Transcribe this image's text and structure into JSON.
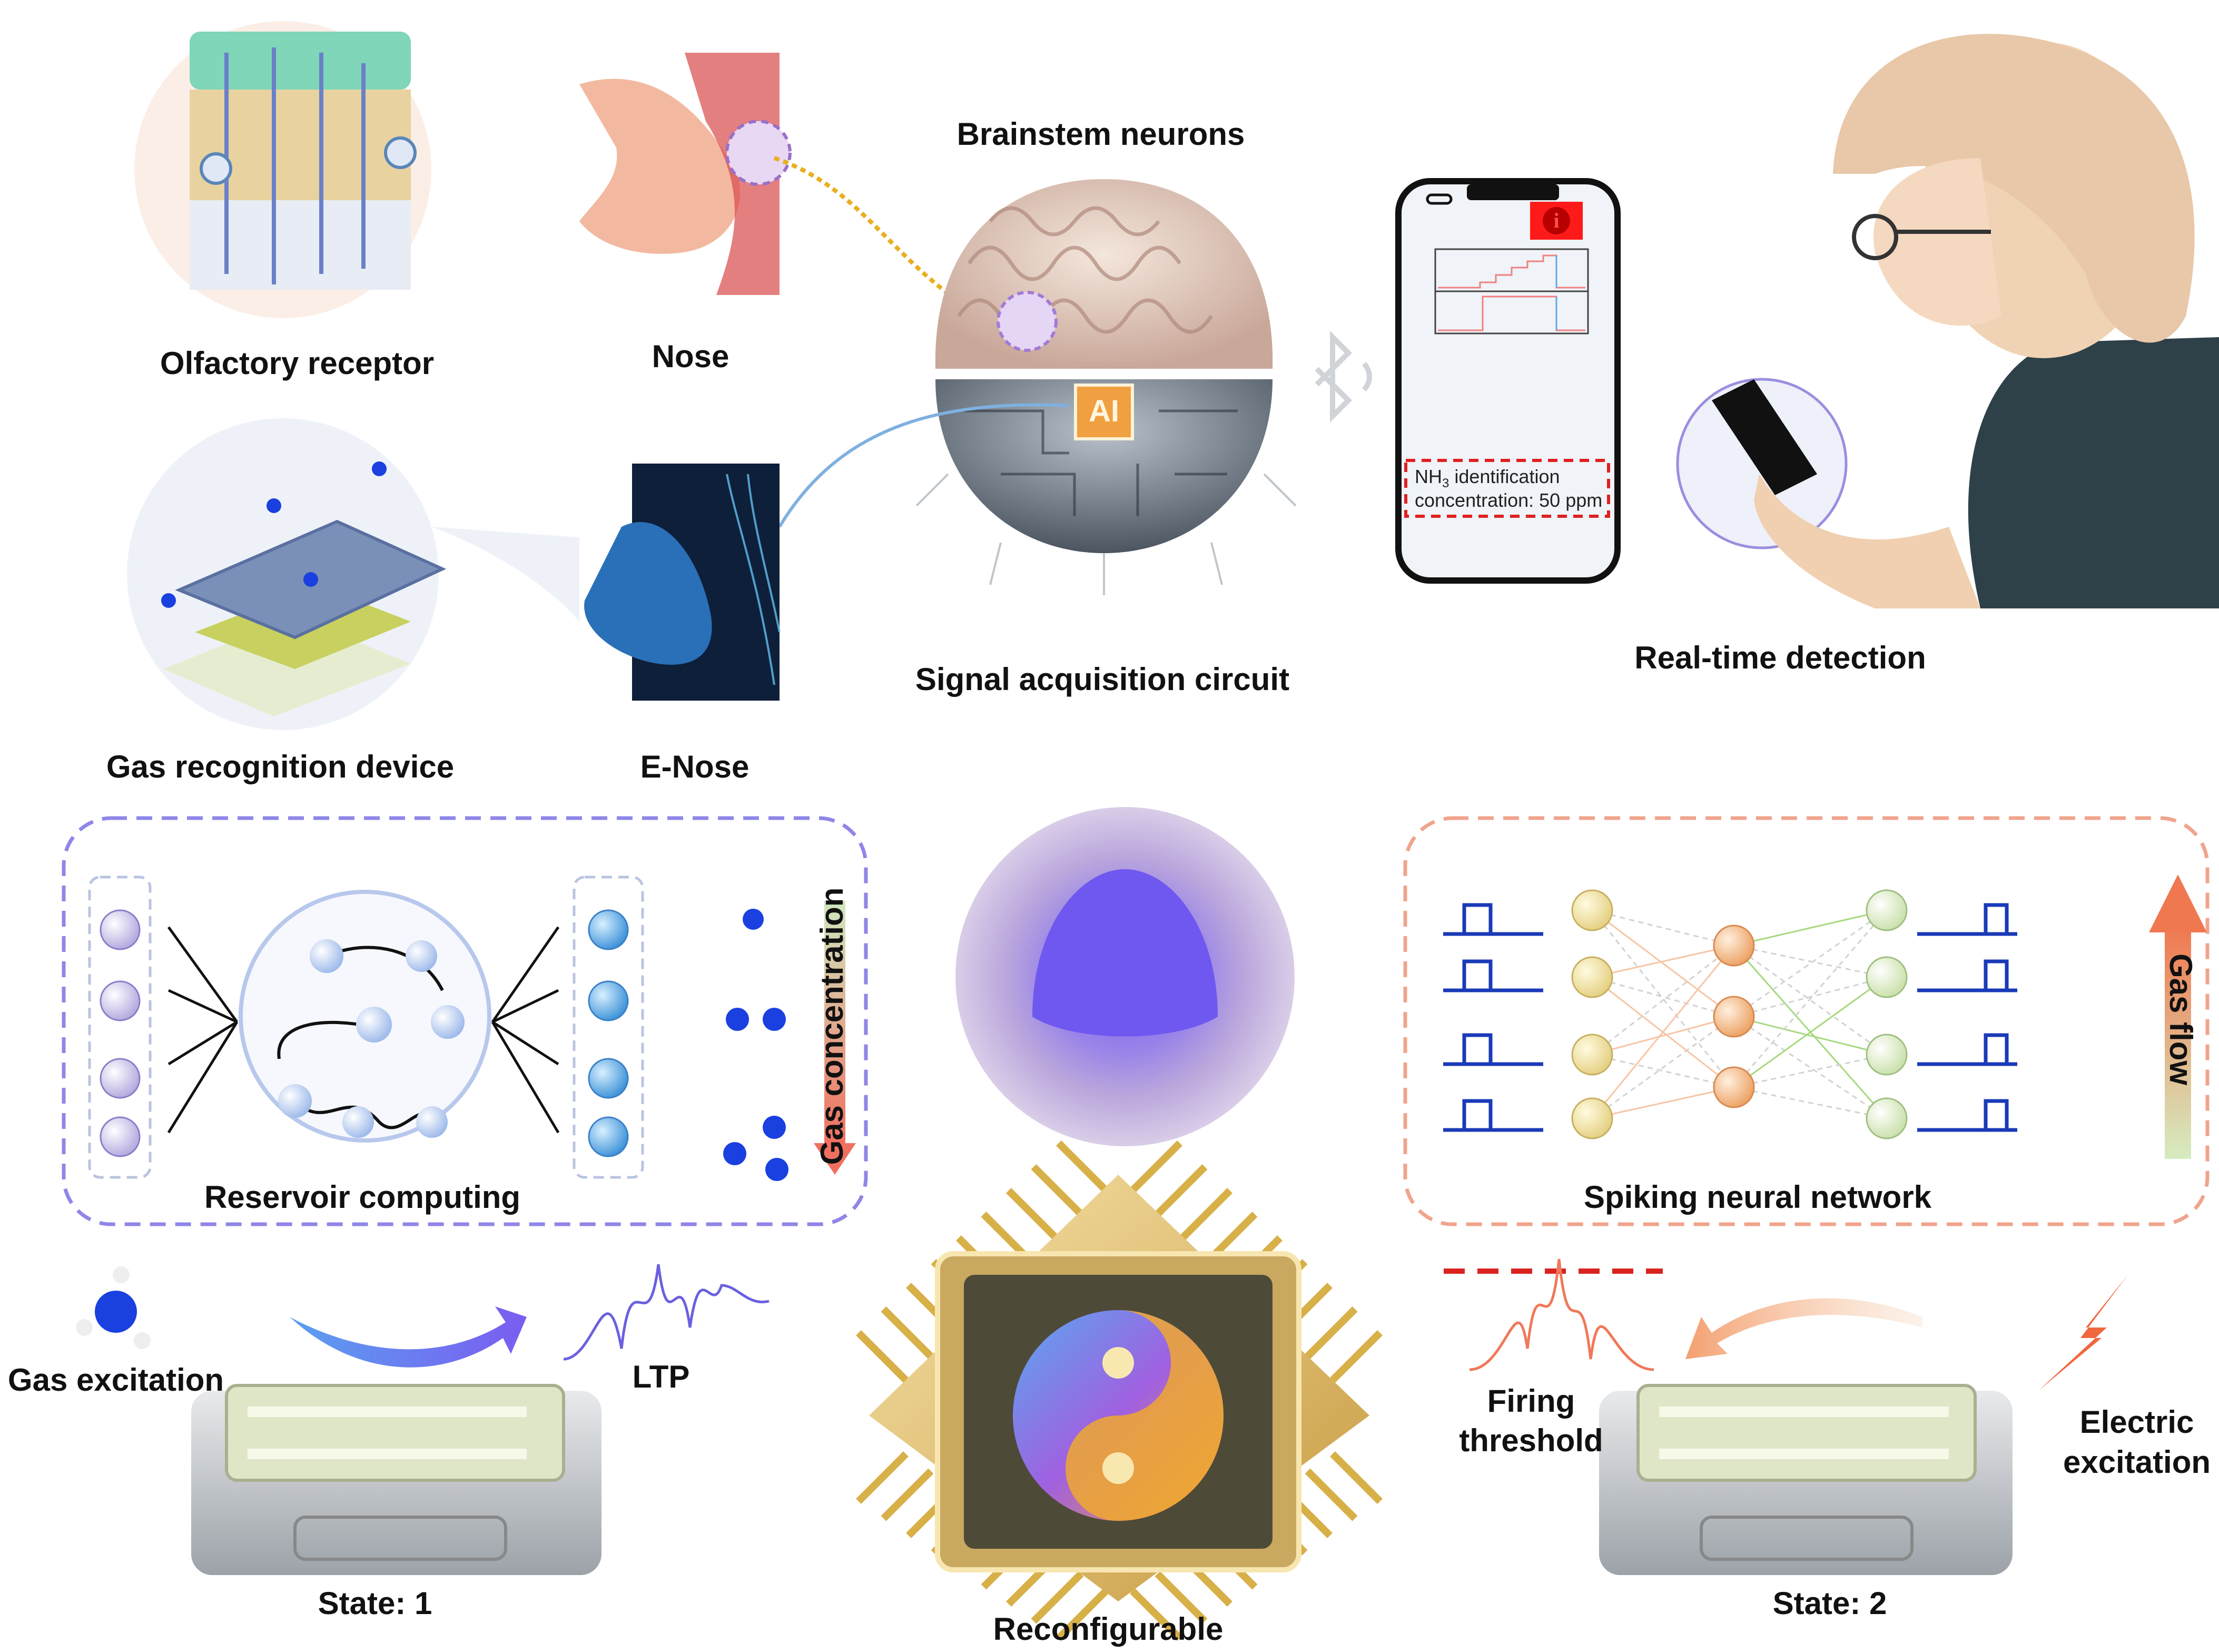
{
  "labels": {
    "olfactory_receptor": "Olfactory receptor",
    "nose": "Nose",
    "brainstem_neurons": "Brainstem neurons",
    "signal_acquisition_circuit": "Signal acquisition circuit",
    "real_time_detection": "Real-time detection",
    "gas_recognition_device": "Gas recognition device",
    "e_nose": "E-Nose",
    "reservoir_computing": "Reservoir computing",
    "gas_concentration": "Gas concentration",
    "spiking_neural_network": "Spiking neural network",
    "gas_flow": "Gas flow",
    "gas_excitation": "Gas excitation",
    "ltp": "LTP",
    "firing": "Firing",
    "threshold": "threshold",
    "electric": "Electric",
    "excitation": "excitation",
    "state_1": "State: 1",
    "state_2": "State: 2",
    "reconfigurable": "Reconfigurable",
    "ai_chip": "AI"
  },
  "phone": {
    "line1_prefix": "NH",
    "line1_sub": "3",
    "line1_suffix": " identification",
    "line2": "concentration:  50 ppm"
  },
  "colors": {
    "reservoir_border": "#8f86e8",
    "snn_border": "#f0a48c",
    "threshold_line": "#d9231f",
    "ai_chip": "#f0a040",
    "alert_red": "#ff1a1a"
  }
}
